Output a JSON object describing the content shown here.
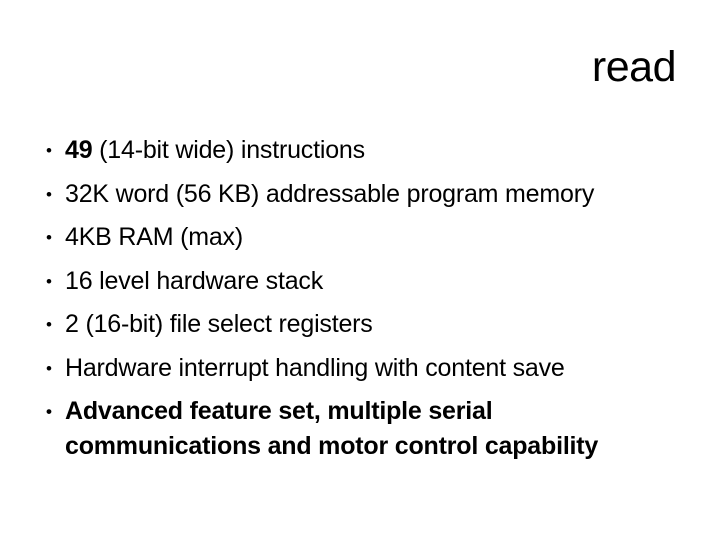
{
  "slide": {
    "title": "read",
    "bullet_glyph": "•",
    "text_color": "#000000",
    "background_color": "#ffffff",
    "bullets": [
      {
        "bold_prefix": "49",
        "rest": " (14-bit wide) instructions"
      },
      {
        "text": "32K word (56 KB) addressable program memory"
      },
      {
        "text": "4KB RAM (max)"
      },
      {
        "text": "16 level hardware stack"
      },
      {
        "text": "2 (16-bit) file select registers"
      },
      {
        "text": "Hardware interrupt handling with content save"
      },
      {
        "bold": true,
        "lines": [
          "Advanced feature set, multiple serial",
          "communications and motor control capability"
        ]
      }
    ]
  }
}
